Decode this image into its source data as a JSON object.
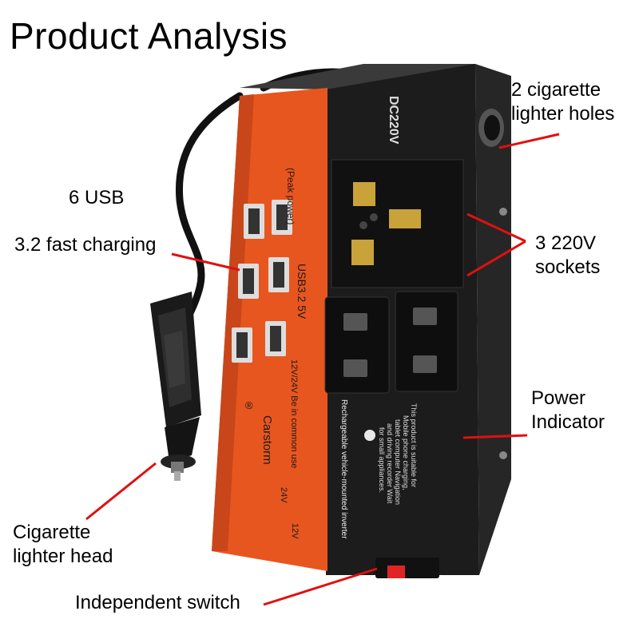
{
  "title": "Product Analysis",
  "callouts": {
    "cigarette_holes": {
      "line1": "2 cigarette",
      "line2": "lighter holes"
    },
    "usb_count": "6 USB",
    "fast_charging": "3.2 fast charging",
    "sockets": {
      "line1": "3 220V",
      "line2": "sockets"
    },
    "power_indicator": {
      "line1": "Power",
      "line2": "Indicator"
    },
    "lighter_head": {
      "line1": "Cigarette",
      "line2": "lighter head"
    },
    "switch": "Independent switch"
  },
  "device_labels": {
    "voltage": "DC220V",
    "peak_power": "(Peak power)",
    "usb_spec": "USB3.2 5V",
    "common_use": "12V/24V Be in common use",
    "brand": "Carstorm",
    "registered_mark": "®",
    "v12": "12V",
    "v24": "24V",
    "product_name": "Rechargeable vehicle-mounted inverter",
    "description_1": "This product is suitable for",
    "description_2": "Mobile phone charging,",
    "description_3": "tablet computer Navigation",
    "description_4": "and driving recorder Wait",
    "description_5": "for small appliances."
  },
  "colors": {
    "orange_panel": "#e8561f",
    "body_black": "#1c1c1c",
    "callout_line": "#e01010",
    "switch_red": "#e02424"
  }
}
